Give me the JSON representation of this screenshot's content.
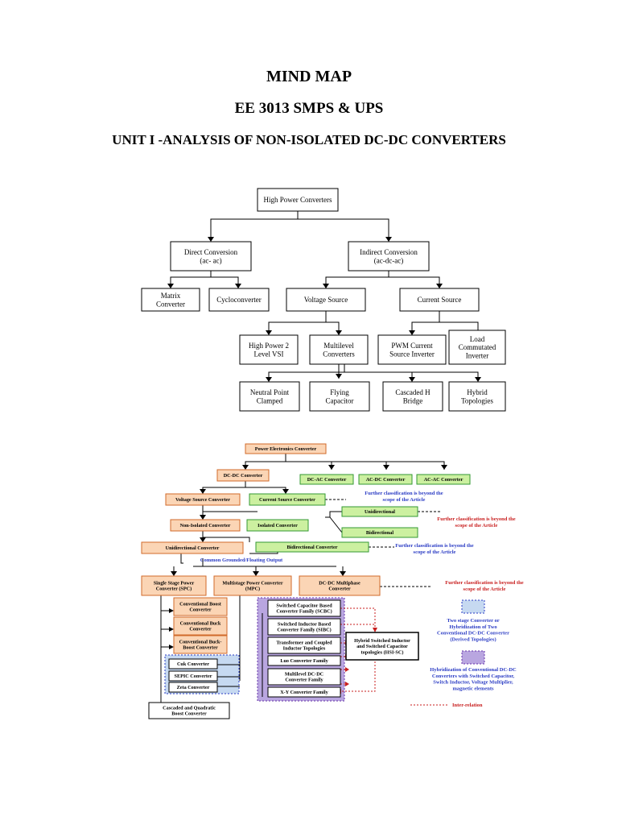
{
  "header": {
    "title": "MIND MAP",
    "course": "EE 3013 SMPS & UPS",
    "unit": "UNIT I -ANALYSIS OF NON-ISOLATED DC-DC CONVERTERS"
  },
  "diagram1": {
    "root": "High Power Converters",
    "direct": [
      "Direct Conversion",
      "(ac- ac)"
    ],
    "indirect": [
      "Indirect Conversion",
      "(ac-dc-ac)"
    ],
    "matrix": [
      "Matrix",
      "Converter"
    ],
    "cyclo": [
      "Cycloconverter"
    ],
    "voltage_source": [
      "Voltage Source"
    ],
    "current_source": [
      "Current Source"
    ],
    "hp2vsi": [
      "High Power 2",
      "Level VSI"
    ],
    "multilevel": [
      "Multilevel",
      "Converters"
    ],
    "pwm": [
      "PWM Current",
      "Source Inverter"
    ],
    "lci": [
      "Load",
      "Commutated",
      "Inverter"
    ],
    "npc": [
      "Neutral Point",
      "Clamped"
    ],
    "flying": [
      "Flying",
      "Capacitor"
    ],
    "cascaded": [
      "Cascaded H",
      "Bridge"
    ],
    "hybrid": [
      "Hybrid",
      "Topologies"
    ]
  },
  "diagram2": {
    "colors": {
      "peach": "#fbd5b5",
      "peach_border": "#d06a2a",
      "green": "#ccf0a0",
      "green_border": "#339933",
      "blue_note": "#2a3bc4",
      "red_note": "#c81e1e",
      "blue_region": "#c6d9f1",
      "purple_region": "#b9a6e0",
      "purple_border": "#6633aa"
    },
    "power_electronics": "Power Electronics Converter",
    "dcdc": "DC-DC Converter",
    "dcac": "DC-AC Converter",
    "acdc": "AC-DC Converter",
    "acac": "AC-AC Converter",
    "vsc": "Voltage Source Converter",
    "csc": "Current Source Converter",
    "non_isolated": "Non-Isolated Converter",
    "isolated": "Isolated Converter",
    "unidirectional_small": "Unidirectional",
    "bidirectional_small": "Bidirectional",
    "unidirectional_conv": "Unidirectional Converter",
    "bidirectional_conv": "Bidirectional Converter",
    "common_ground": "Common Grounded/Floating Output",
    "spc": [
      "Single Stage Power",
      "Converter (SPC)"
    ],
    "mpc": [
      "Multistage Power Converter",
      "(MPC)"
    ],
    "multiphase": [
      "DC-DC Multiphase",
      "Converter"
    ],
    "boost": [
      "Conventional Boost",
      "Converter"
    ],
    "buck": [
      "Conventional Buck",
      "Converter"
    ],
    "buckboost": [
      "Conventional Buck-",
      "Boost Converter"
    ],
    "cuk": "Cuk Converter",
    "sepic": "SEPIC Converter",
    "zeta": "Zeta Converter",
    "cascaded_quad": [
      "Cascaded and Quadratic",
      "Boost Converter"
    ],
    "scbc": [
      "Switched Capacitor Based",
      "Converter Family (SCBC)"
    ],
    "sibc": [
      "Switched Inductor Based",
      "Converter Family (SIBC)"
    ],
    "transformer": [
      "Transformer and Coupled",
      "Inductor Topologies"
    ],
    "luo": "Luo Converter Family",
    "multilevel_dcdc": [
      "Multilevel DC-DC",
      "Converter Family"
    ],
    "xy": "X-Y Converter Family",
    "hsi": [
      "Hybrid Switched Inductor",
      "and Switched Capacitor",
      "topologies (HSI-SC)"
    ],
    "note1": [
      "Further classification is beyond the",
      "scope of the Article"
    ],
    "note2": [
      "Further classification is beyond the",
      "scope of the Article"
    ],
    "note3": [
      "Further classification is beyond the",
      "scope of the Article"
    ],
    "note4": [
      "Further classification is beyond the",
      "scope of the Article"
    ],
    "legend_blue": [
      "Two stage Converter or",
      "Hybridization of Two",
      "Conventional DC-DC Converter",
      "(Derived Topologies)"
    ],
    "legend_purple": [
      "Hybridization of Conventional DC-DC",
      "Converters with Switched Capacitor,",
      "Switch Inductor, Voltage Multiplier,",
      "magnetic elements"
    ],
    "legend_red": "Inter-relation"
  }
}
